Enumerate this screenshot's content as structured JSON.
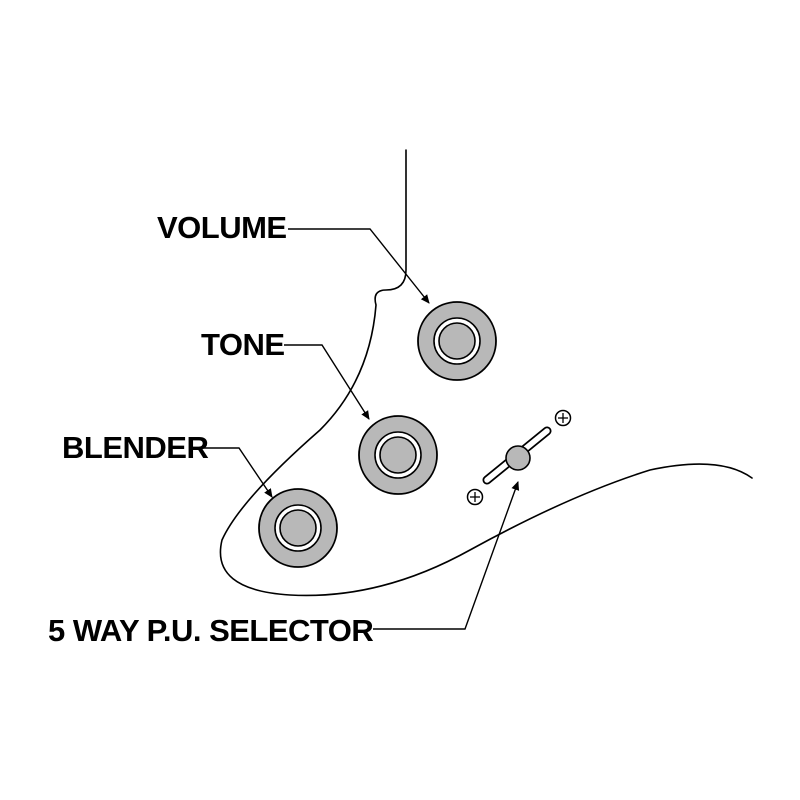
{
  "labels": {
    "volume": "VOLUME",
    "tone": "TONE",
    "blender": "BLENDER",
    "selector": "5 WAY P.U. SELECTOR"
  },
  "colors": {
    "knob_fill": "#b8b8b8",
    "line": "#000000",
    "background": "#ffffff"
  }
}
